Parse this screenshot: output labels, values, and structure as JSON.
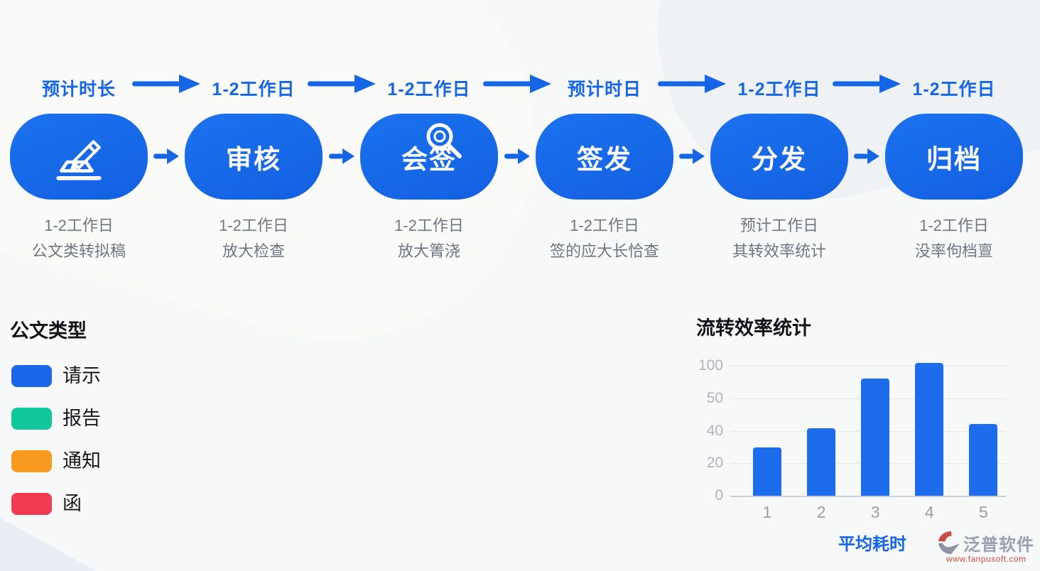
{
  "palette": {
    "primary_blue": "#1566e6",
    "node_blue": "#1667e8",
    "bar_blue": "#1d6ceb",
    "legend_blue": "#1a67e9",
    "legend_teal": "#10c79c",
    "legend_orange": "#f79a1f",
    "legend_red": "#f23b50"
  },
  "timeline": {
    "labels": [
      "预计时长",
      "1-2工作日",
      "1-2工作日",
      "预计时日",
      "1-2工作日",
      "1-2工作日"
    ]
  },
  "flow": {
    "nodes": [
      {
        "label": "",
        "icon": "pencil-draft-icon",
        "duration": "1-2工作日",
        "desc": "公文类转拟稿"
      },
      {
        "label": "审核",
        "icon": "",
        "duration": "1-2工作日",
        "desc": "放大检查"
      },
      {
        "label": "会签",
        "icon": "magnifier-icon",
        "duration": "1-2工作日",
        "desc": "放大箐浇"
      },
      {
        "label": "签发",
        "icon": "",
        "duration": "1-2工作日",
        "desc": "签的应大长恰查"
      },
      {
        "label": "分发",
        "icon": "",
        "duration": "预计工作日",
        "desc": "其转效率统计"
      },
      {
        "label": "归档",
        "icon": "",
        "duration": "1-2工作日",
        "desc": "没率佝档亶"
      }
    ]
  },
  "legend": {
    "title": "公文类型",
    "items": [
      {
        "label": "请示",
        "color": "#1a67e9"
      },
      {
        "label": "报告",
        "color": "#10c79c"
      },
      {
        "label": "通知",
        "color": "#f79a1f"
      },
      {
        "label": "函",
        "color": "#f23b50"
      }
    ]
  },
  "chart_data": {
    "type": "bar",
    "title": "流转效率统计",
    "categories": [
      "1",
      "2",
      "3",
      "4",
      "5"
    ],
    "values": [
      37,
      52,
      90,
      102,
      55
    ],
    "xlabel": "平均耗时",
    "ylabel": "",
    "ytick_labels": [
      "100",
      "50",
      "40",
      "20",
      "0"
    ],
    "ylim": [
      0,
      100
    ],
    "grid": true,
    "bar_color": "#1d6ceb",
    "legend_position": "none"
  },
  "watermark": {
    "brand": "泛普软件",
    "url": "www.fanpusoft.com"
  }
}
